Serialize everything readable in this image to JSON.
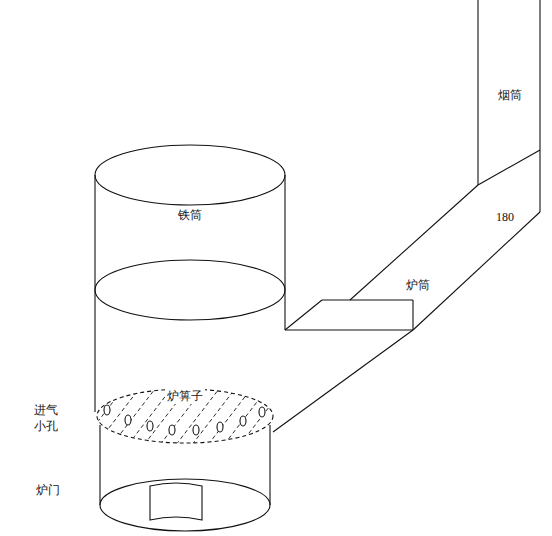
{
  "diagram": {
    "labels": [
      "铁筒",
      "炉箅子",
      "进气 小孔",
      "炉门",
      "炉筒",
      "烟筒",
      "180"
    ]
  }
}
